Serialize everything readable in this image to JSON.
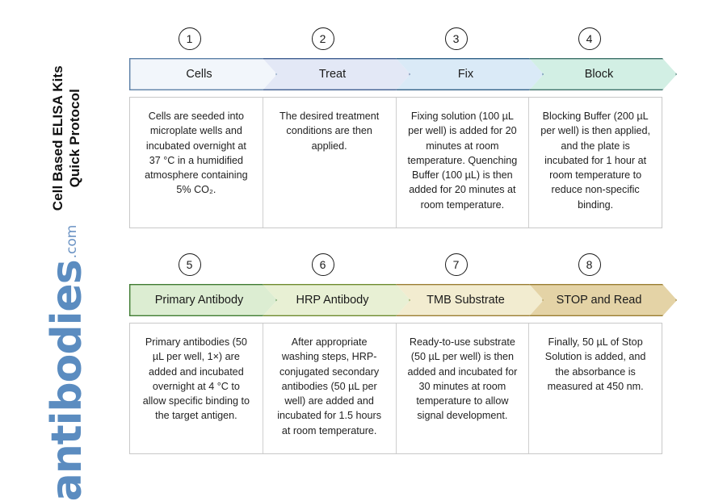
{
  "title": {
    "line1": "Cell Based ELISA Kits",
    "line2": "Quick Protocol"
  },
  "logo": {
    "word": "antibodies",
    "suffix": ".com",
    "color": "#5b8cc0"
  },
  "rows": [
    {
      "name": "row-1",
      "steps": [
        {
          "number": "1",
          "label": "Cells",
          "fill": "#f2f6fb",
          "stroke": "#5b7fa6",
          "description": "Cells are seeded into microplate wells and incubated overnight at 37 °C in a humidified atmosphere containing 5% CO₂."
        },
        {
          "number": "2",
          "label": "Treat",
          "fill": "#e3e8f6",
          "stroke": "#3f5d8f",
          "description": "The desired treatment conditions are then applied."
        },
        {
          "number": "3",
          "label": "Fix",
          "fill": "#daeaf7",
          "stroke": "#2f5f86",
          "description": "Fixing solution (100 µL per well) is added for 20 minutes at room temperature. Quenching Buffer (100 µL) is then added for 20 minutes at room temperature."
        },
        {
          "number": "4",
          "label": "Block",
          "fill": "#d2efe4",
          "stroke": "#3c7068",
          "description": "Blocking Buffer (200 µL per well) is then applied, and the plate is incubated for 1 hour at room temperature to reduce non-specific binding."
        }
      ]
    },
    {
      "name": "row-2",
      "steps": [
        {
          "number": "5",
          "label": "Primary Antibody",
          "fill": "#dcedd2",
          "stroke": "#3f7b32",
          "description": "Primary antibodies (50 µL per well, 1×) are added and incubated overnight at 4 °C to allow specific binding to the target antigen."
        },
        {
          "number": "6",
          "label": "HRP Antibody",
          "fill": "#e8f0d4",
          "stroke": "#6e8a2e",
          "description": "After appropriate washing steps, HRP-conjugated secondary antibodies (50 µL per well) are added and incubated for 1.5 hours at room temperature."
        },
        {
          "number": "7",
          "label": "TMB Substrate",
          "fill": "#f2ecd0",
          "stroke": "#9a7e33",
          "description": "Ready-to-use substrate (50 µL per well) is then added and incubated for 30 minutes at room temperature to allow signal development."
        },
        {
          "number": "8",
          "label": "STOP and Read",
          "fill": "#e4d3a6",
          "stroke": "#9a7e33",
          "description": "Finally, 50 µL of Stop Solution is added, and the absorbance is measured at 450 nm."
        }
      ]
    }
  ]
}
